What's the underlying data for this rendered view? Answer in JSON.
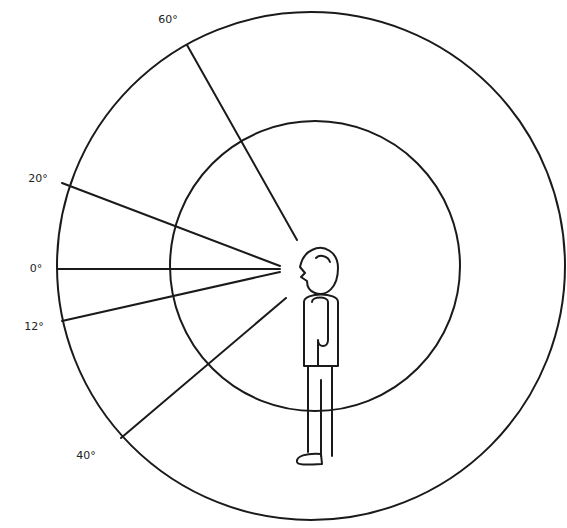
{
  "diagram": {
    "labels": [
      "60°",
      "20°",
      "0°",
      "12°",
      "40°"
    ]
  }
}
